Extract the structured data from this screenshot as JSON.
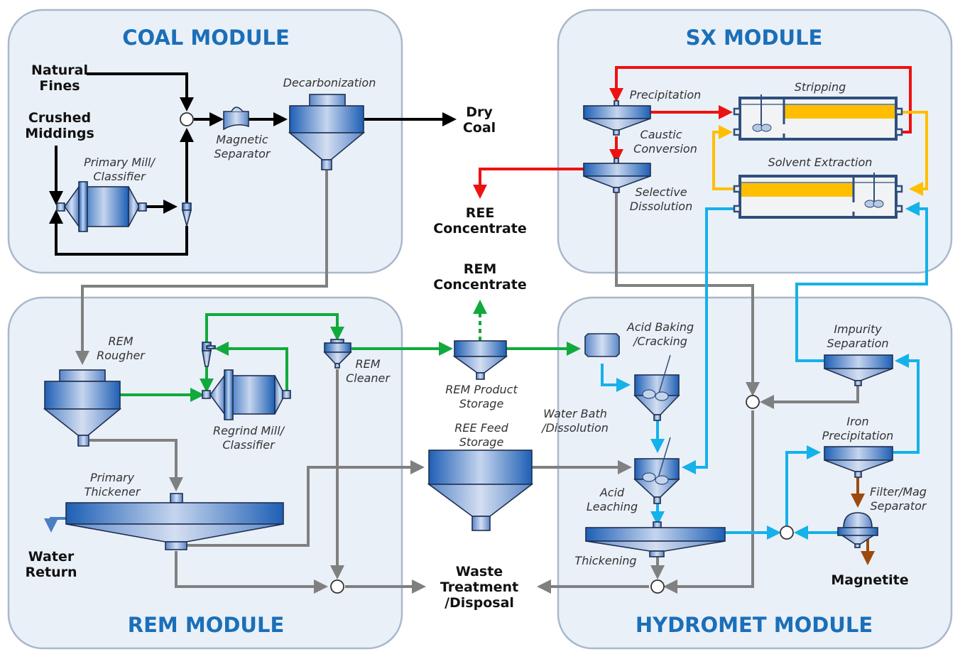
{
  "modules": {
    "coal": "COAL MODULE",
    "sx": "SX MODULE",
    "rem": "REM MODULE",
    "hydromet": "HYDROMET MODULE"
  },
  "inputs": {
    "natural_fines": [
      "Natural",
      "Fines"
    ],
    "crushed_middlings": [
      "Crushed",
      "Middings"
    ]
  },
  "outputs": {
    "dry_coal": [
      "Dry",
      "Coal"
    ],
    "ree_concentrate": [
      "REE",
      "Concentrate"
    ],
    "rem_concentrate": [
      "REM",
      "Concentrate"
    ],
    "water_return": [
      "Water",
      "Return"
    ],
    "waste": [
      "Waste",
      "Treatment",
      "/Disposal"
    ],
    "magnetite": "Magnetite"
  },
  "equipment": {
    "primary_mill": [
      "Primary Mill/",
      "Classifier"
    ],
    "magnetic_separator": [
      "Magnetic",
      "Separator"
    ],
    "decarbonization": "Decarbonization",
    "precipitation": "Precipitation",
    "caustic_conversion": [
      "Caustic",
      "Conversion"
    ],
    "selective_dissolution": [
      "Selective",
      "Dissolution"
    ],
    "stripping": "Stripping",
    "solvent_extraction": "Solvent Extraction",
    "rem_rougher": [
      "REM",
      "Rougher"
    ],
    "regrind_mill": [
      "Regrind Mill/",
      "Classifier"
    ],
    "rem_cleaner": [
      "REM",
      "Cleaner"
    ],
    "rem_product_storage": [
      "REM Product",
      "Storage"
    ],
    "ree_feed_storage": [
      "REE Feed",
      "Storage"
    ],
    "primary_thickener": [
      "Primary",
      "Thickener"
    ],
    "acid_baking": [
      "Acid Baking",
      "/Cracking"
    ],
    "water_bath": [
      "Water Bath",
      "/Dissolution"
    ],
    "acid_leaching": [
      "Acid",
      "Leaching"
    ],
    "thickening": "Thickening",
    "impurity_separation": [
      "Impurity",
      "Separation"
    ],
    "iron_precipitation": [
      "Iron",
      "Precipitation"
    ],
    "filter_mag_separator": [
      "Filter/Mag",
      "Separator"
    ]
  },
  "stream_colors": {
    "coal": "#000000",
    "tailings": "#808080",
    "rem_circuit": "#10aa3c",
    "ree_product": "#ee1111",
    "organic": "#ffbf00",
    "leach_liquor": "#14b1ea",
    "iron": "#9c4a0e",
    "water": "#4a7fc0"
  },
  "title_color": "#1b6fb8"
}
